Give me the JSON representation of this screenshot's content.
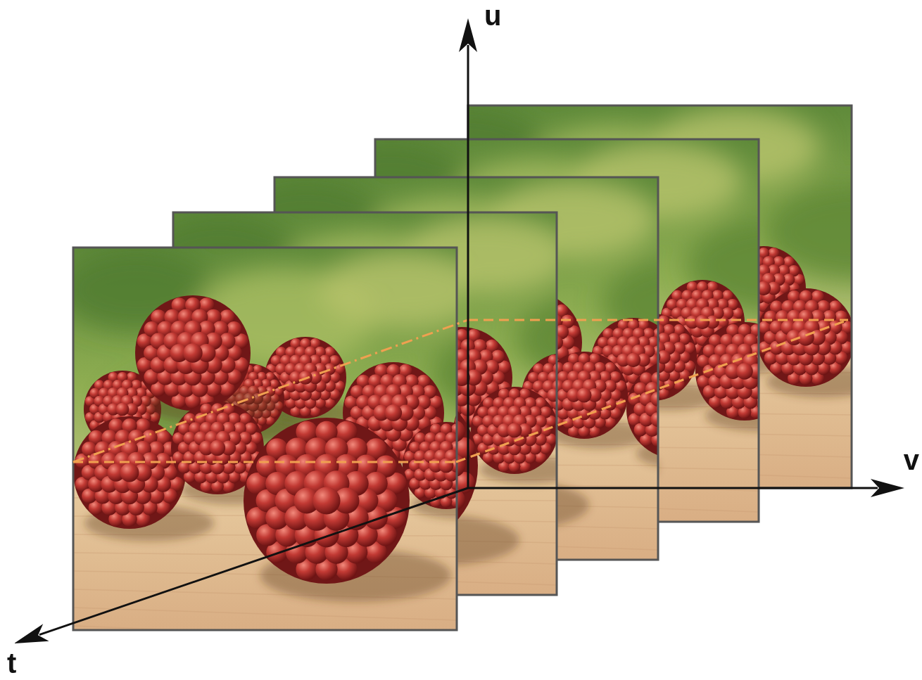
{
  "diagram": {
    "labels": [
      "u",
      "v",
      "t"
    ]
  }
}
